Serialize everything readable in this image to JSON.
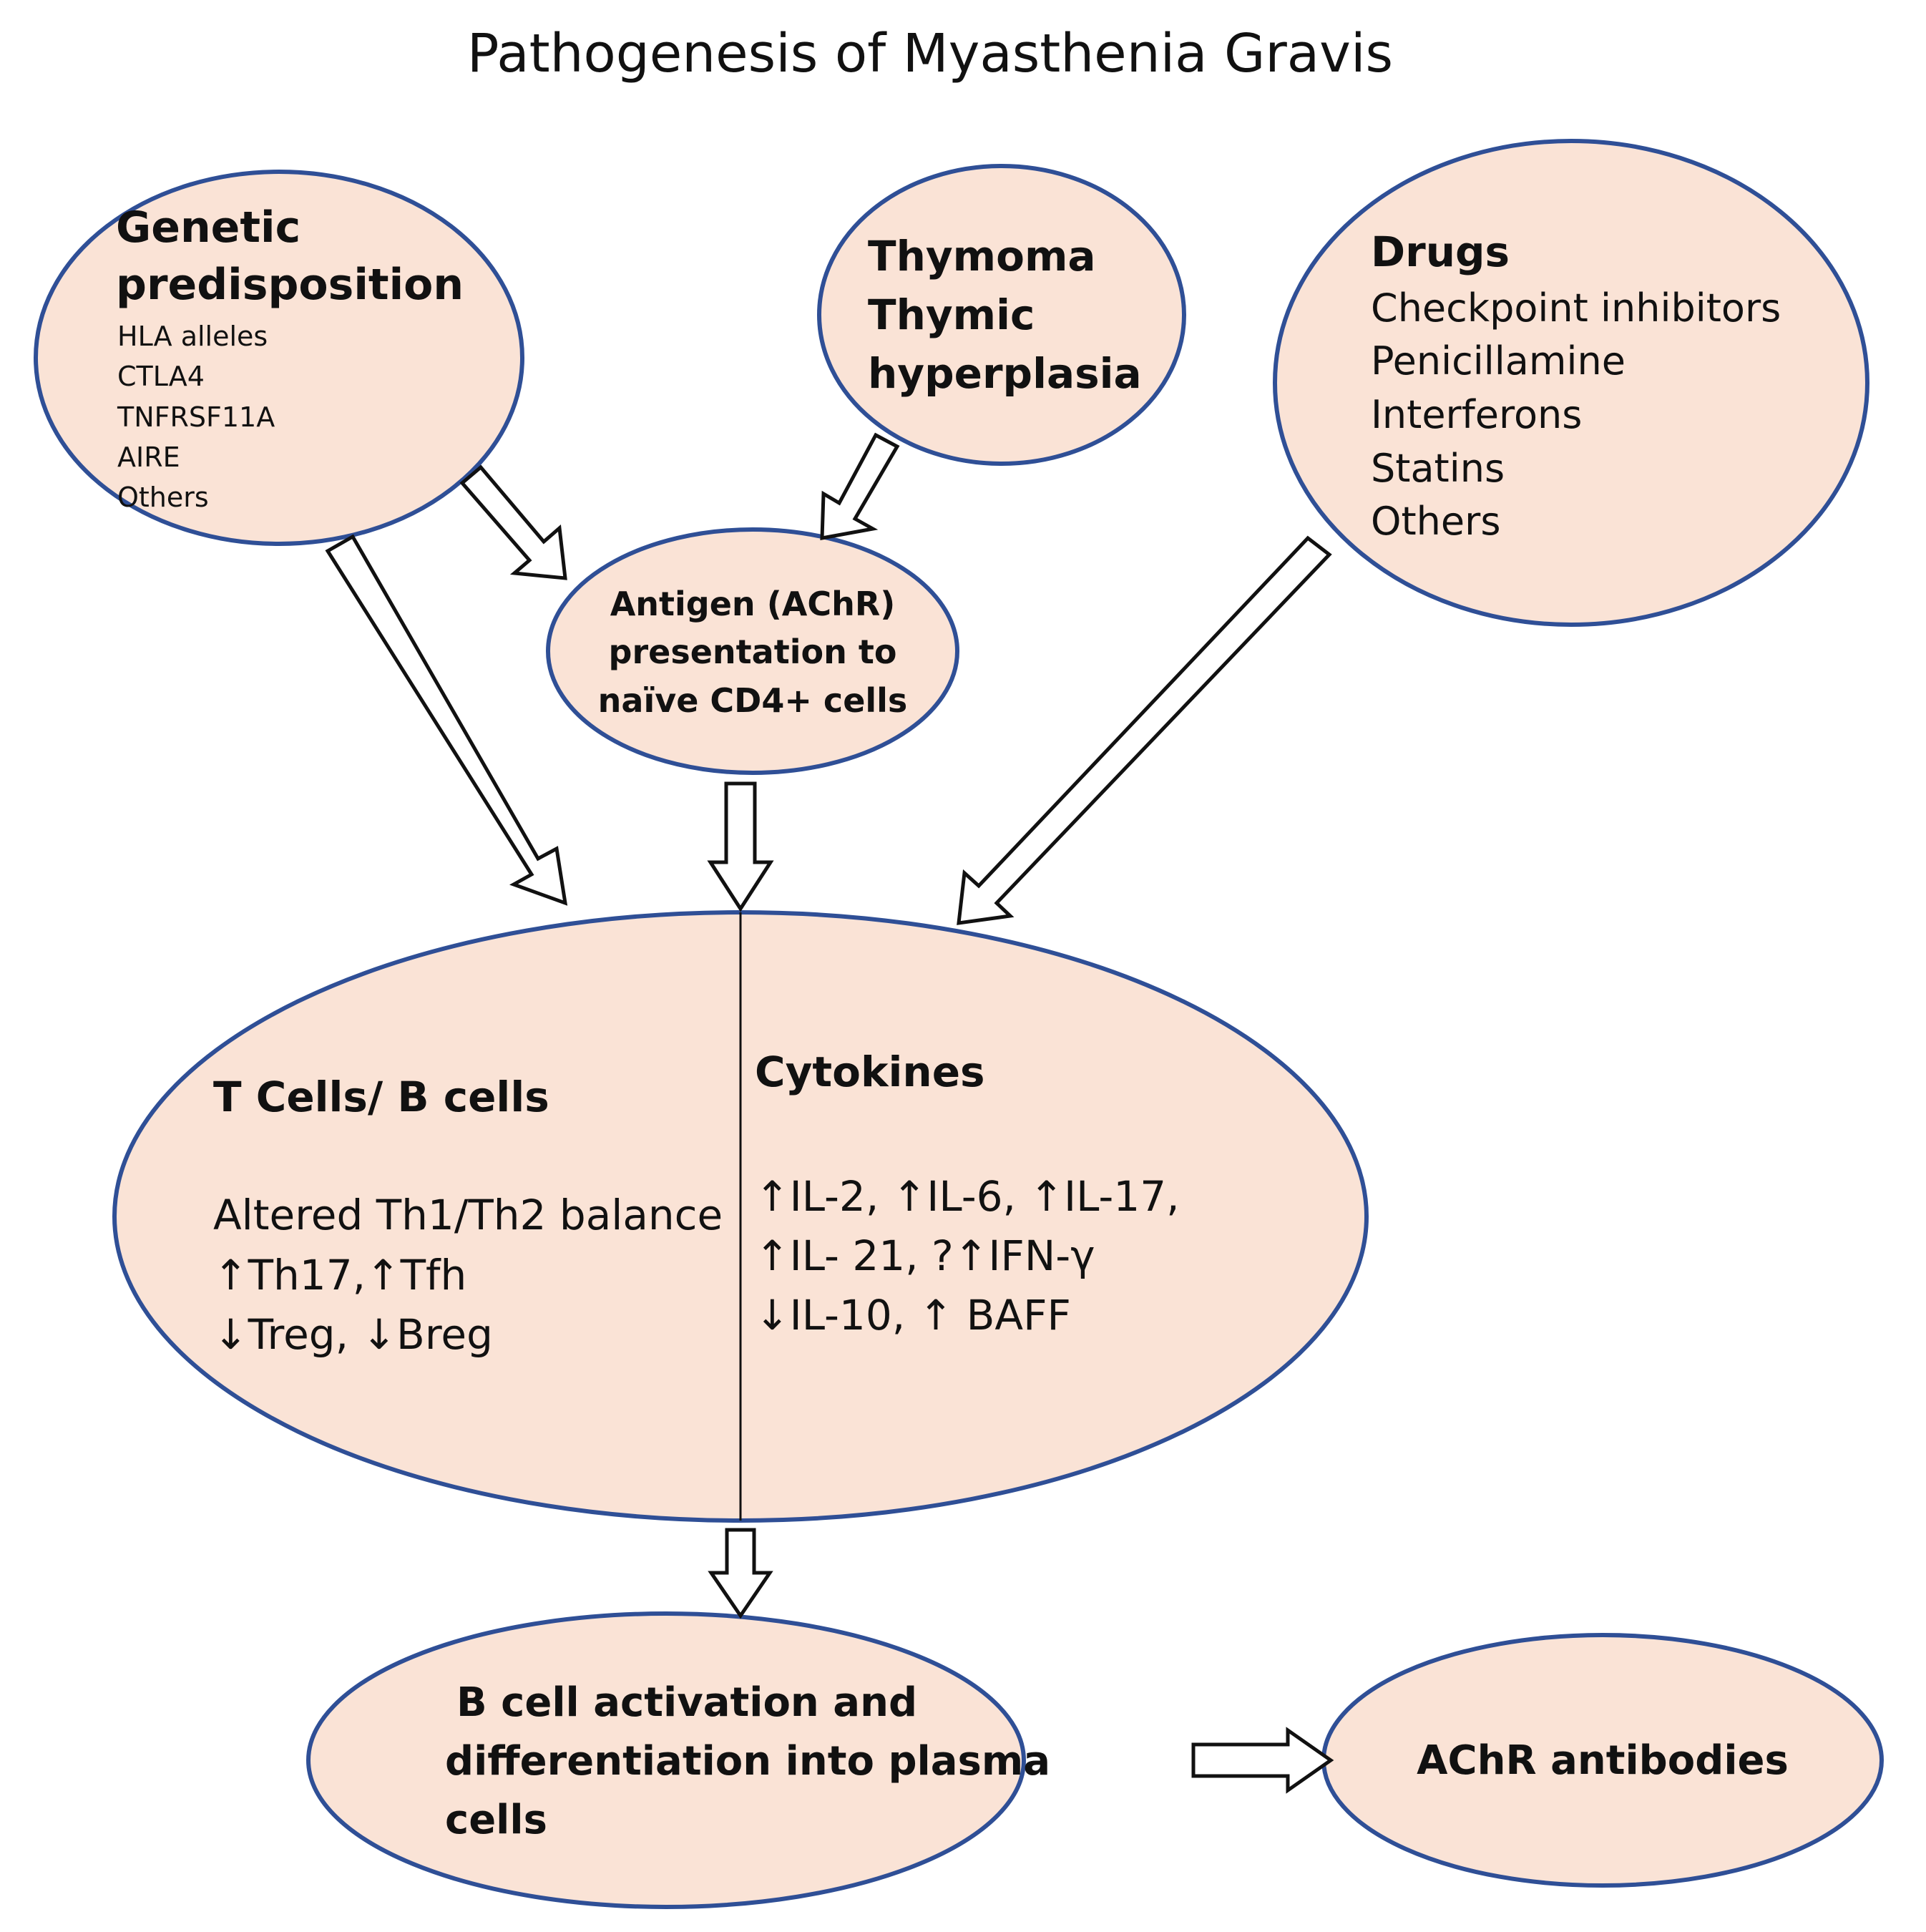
{
  "title": "Pathogenesis of Myasthenia Gravis",
  "nodes": {
    "genetic": {
      "heading": [
        "Genetic",
        "predisposition"
      ],
      "items": [
        "HLA alleles",
        "CTLA4",
        "TNFRSF11A",
        "AIRE",
        "Others"
      ]
    },
    "thymoma": {
      "heading": [
        "Thymoma",
        "Thymic",
        "hyperplasia"
      ]
    },
    "drugs": {
      "heading": "Drugs",
      "items": [
        "Checkpoint inhibitors",
        "Penicillamine",
        "Interferons",
        "Statins",
        "Others"
      ]
    },
    "antigen": {
      "lines": [
        "Antigen (AChR)",
        "presentation to",
        "naïve CD4+ cells"
      ]
    },
    "cells": {
      "heading": "T Cells/ B cells",
      "items": [
        "Altered Th1/Th2 balance",
        "↑Th17,↑Tfh",
        "↓Treg, ↓Breg"
      ]
    },
    "cytokines": {
      "heading": "Cytokines",
      "items": [
        "↑IL-2, ↑IL-6, ↑IL-17,",
        "↑IL- 21, ?↑IFN-γ",
        "↓IL-10, ↑ BAFF"
      ]
    },
    "bcell": {
      "lines": [
        "B cell activation and",
        "differentiation into plasma",
        "cells"
      ]
    },
    "antibodies": {
      "label": "AChR antibodies"
    }
  },
  "colors": {
    "node_fill": "#fae3d6",
    "node_stroke": "#2f4f96",
    "arrow_fill": "#ffffff",
    "arrow_stroke": "#111111"
  }
}
